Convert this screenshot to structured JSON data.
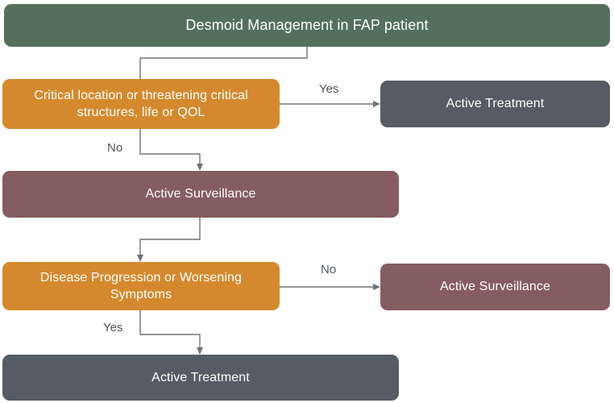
{
  "diagram": {
    "title": "Desmoid Management in FAP patient",
    "type": "flowchart",
    "palette": {
      "header_green": "#54705C",
      "decision_orange": "#D4892E",
      "surveillance_mauve": "#855D60",
      "treatment_slate": "#565C65",
      "connector_gray": "#6E7378",
      "label_text": "#4F555B",
      "node_text": "#FFFFFF",
      "background": "#FFFFFF"
    },
    "nodes": [
      {
        "id": "title",
        "role": "start",
        "label": "Desmoid Management in FAP patient",
        "color": "#54705C"
      },
      {
        "id": "decision-1",
        "role": "decision",
        "label": "Critical location or threatening critical structures, life or QOL",
        "color": "#D4892E"
      },
      {
        "id": "treatment-1",
        "role": "outcome",
        "label": "Active Treatment",
        "color": "#565C65"
      },
      {
        "id": "surveillance-1",
        "role": "outcome",
        "label": "Active Surveillance",
        "color": "#855D60"
      },
      {
        "id": "decision-2",
        "role": "decision",
        "label": "Disease Progression or Worsening Symptoms",
        "color": "#D4892E"
      },
      {
        "id": "surveillance-2",
        "role": "outcome",
        "label": "Active Surveillance",
        "color": "#855D60"
      },
      {
        "id": "treatment-2",
        "role": "outcome",
        "label": "Active Treatment",
        "color": "#565C65"
      }
    ],
    "edges": [
      {
        "id": "e1",
        "from": "title",
        "to": "decision-1",
        "label": ""
      },
      {
        "id": "e2",
        "from": "decision-1",
        "to": "treatment-1",
        "label": "Yes"
      },
      {
        "id": "e3",
        "from": "decision-1",
        "to": "surveillance-1",
        "label": "No"
      },
      {
        "id": "e4",
        "from": "surveillance-1",
        "to": "decision-2",
        "label": ""
      },
      {
        "id": "e5",
        "from": "decision-2",
        "to": "surveillance-2",
        "label": "No"
      },
      {
        "id": "e6",
        "from": "decision-2",
        "to": "treatment-2",
        "label": "Yes"
      }
    ]
  }
}
